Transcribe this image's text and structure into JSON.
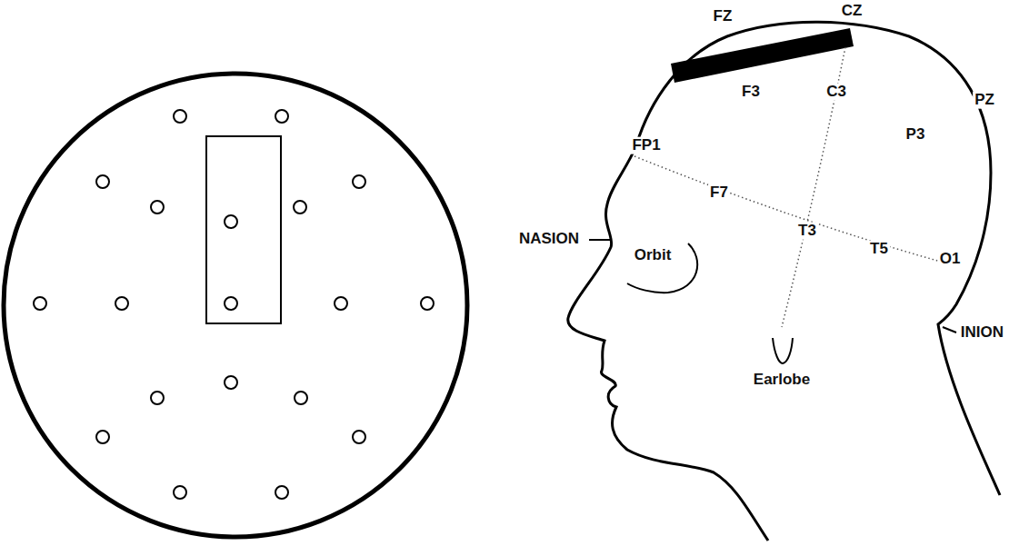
{
  "diagram": {
    "labels": [
      "FZ",
      "CZ",
      "F3",
      "C3",
      "PZ",
      "FP1",
      "P3",
      "F7",
      "NASION",
      "T3",
      "T5",
      "O1",
      "Orbit",
      "INION",
      "Earlobe"
    ]
  }
}
